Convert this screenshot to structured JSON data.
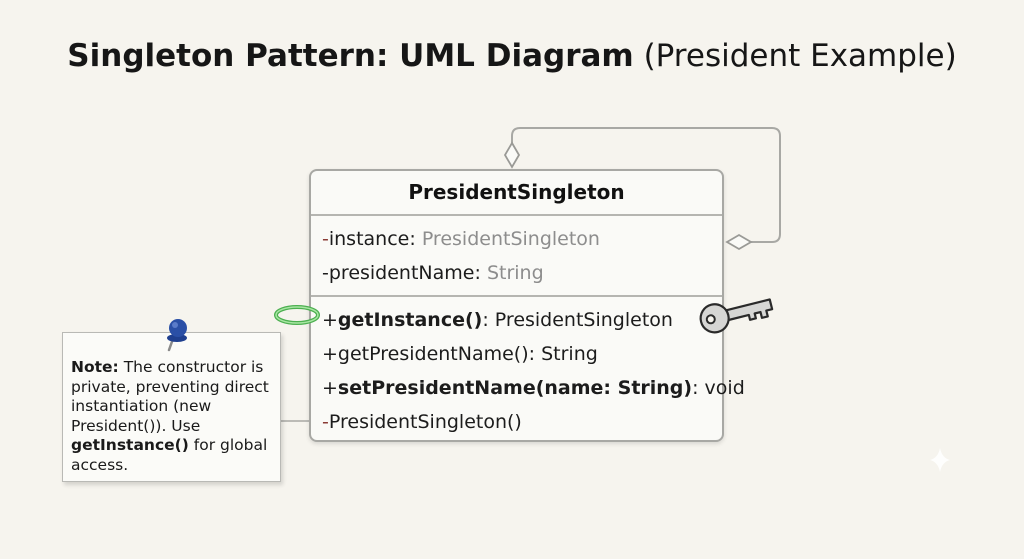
{
  "title": {
    "bold": "Singleton Pattern: UML Diagram",
    "rest": "(President Example)"
  },
  "class": {
    "name": "PresidentSingleton",
    "attributes": [
      {
        "visibility": "-",
        "name": "instance",
        "type": "PresidentSingleton"
      },
      {
        "visibility": "-",
        "name": "presidentName",
        "type": "String"
      }
    ],
    "methods": [
      {
        "visibility": "+",
        "name": "getInstance()",
        "type": "PresidentSingleton"
      },
      {
        "visibility": "+",
        "name": "getPresidentName()",
        "type": "String"
      },
      {
        "visibility": "+",
        "name": "setPresidentName(name: String)",
        "type": "void"
      },
      {
        "visibility": "-",
        "name": "PresidentSingleton()",
        "type": ""
      }
    ]
  },
  "note": {
    "label": "Note:",
    "text1": "The constructor is private, preventing direct instantiation (new President()). Use",
    "bold_method": "getInstance()",
    "text2": "for global access."
  },
  "colors": {
    "background": "#f6f4ee",
    "box_border": "#a8a8a4",
    "private_marker": "#8a3b35",
    "type_grey": "#8d8d8d",
    "ring": "#4caf50",
    "pin": "#1f3f8f",
    "key": "#d4d4d4"
  },
  "icons": [
    "pushpin-icon",
    "green-ring-icon",
    "key-icon",
    "sparkle-icon"
  ]
}
